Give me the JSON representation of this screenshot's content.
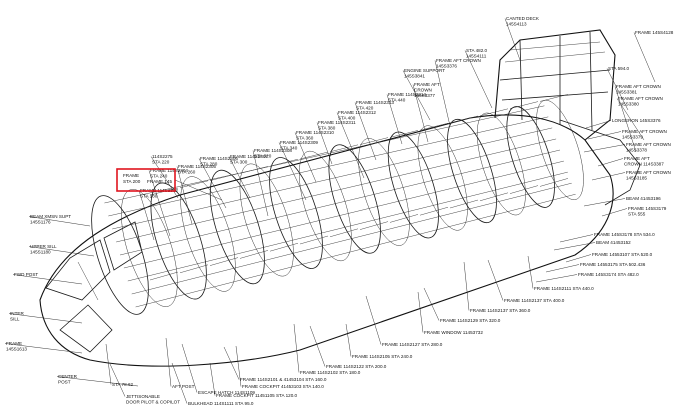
{
  "diagram": {
    "highlight": {
      "color": "#e0141e",
      "lines": [
        "FRAME",
        "STA 200",
        "FRAME 145"
      ]
    },
    "callouts": {
      "top": [
        {
          "id": "canted-deck",
          "lines": [
            "CANTED DECK",
            "145S4113"
          ]
        },
        {
          "id": "frame-145s4128",
          "lines": [
            "FRAME 145S4128"
          ]
        },
        {
          "id": "sta-482",
          "lines": [
            "STA 482.0",
            "145S4111"
          ]
        },
        {
          "id": "frame-aft-crown-1",
          "lines": [
            "FRAME AFT CROWN",
            "145S3376"
          ]
        },
        {
          "id": "sta-594",
          "lines": [
            "STA 594.0"
          ]
        },
        {
          "id": "engine-support",
          "lines": [
            "ENGINE SUPPORT",
            "145S3841"
          ]
        },
        {
          "id": "frame-aft-crown-2",
          "lines": [
            "FRAME AFT",
            "CROWN",
            "145S3377"
          ]
        },
        {
          "id": "frame-aft-crown-3",
          "lines": [
            "FRAME AFT CROWN",
            "145S3381"
          ]
        },
        {
          "id": "frame-aft-crown-4",
          "lines": [
            "FRAME AFT CROWN",
            "145S3380"
          ]
        },
        {
          "id": "frame-sta-440",
          "lines": [
            "FRAME 114S2314",
            "STA 440"
          ]
        },
        {
          "id": "frame-sta-420",
          "lines": [
            "FRAME 114S2313",
            "STA 420"
          ]
        },
        {
          "id": "frame-sta-400",
          "lines": [
            "FRAME 114S2312",
            "STA 400"
          ]
        },
        {
          "id": "frame-sta-380",
          "lines": [
            "FRAME 114S2311",
            "STA 380"
          ]
        },
        {
          "id": "frame-sta-360",
          "lines": [
            "FRAME 114S2310",
            "STA 360"
          ]
        },
        {
          "id": "frame-sta-340",
          "lines": [
            "FRAME 114S2309",
            "STA 340"
          ]
        },
        {
          "id": "frame-sta-320",
          "lines": [
            "FRAME 114S2308",
            "STA 320"
          ]
        },
        {
          "id": "frame-sta-300",
          "lines": [
            "FRAME 114S2307",
            "STA 300"
          ]
        },
        {
          "id": "frame-sta-280",
          "lines": [
            "FRAME 114S2306",
            "STA 280"
          ]
        },
        {
          "id": "frame-sta-260",
          "lines": [
            "FRAME 114S2305",
            "STA 260"
          ]
        },
        {
          "id": "frame-sta-240",
          "lines": [
            "FRAME 114S2304",
            "STA 240"
          ]
        },
        {
          "id": "frame-sta-220",
          "lines": [
            "114S2275",
            "STA 220"
          ]
        },
        {
          "id": "frame-sta-180",
          "lines": [
            "FRAME 114S2302",
            "STA 180"
          ]
        }
      ],
      "right": [
        {
          "id": "longeron",
          "lines": [
            "LONGERON 145S3376"
          ]
        },
        {
          "id": "frame-aft-crown-5",
          "lines": [
            "FRAME AFT CROWN",
            "145S3379"
          ]
        },
        {
          "id": "frame-aft-crown-6",
          "lines": [
            "FRAME AFT CROWN",
            "145S3378"
          ]
        },
        {
          "id": "frame-aft-crown-7",
          "lines": [
            "FRAME AFT",
            "CROWN 114S3387"
          ]
        },
        {
          "id": "frame-aft-crown-8",
          "lines": [
            "FRAME AFT CROWN",
            "145S3185"
          ]
        },
        {
          "id": "beam-41453196",
          "lines": [
            "BEAM 41453196"
          ]
        },
        {
          "id": "frame-145s3179",
          "lines": [
            "FRAME 145S3179",
            "STA 555"
          ]
        },
        {
          "id": "frame-sta-534",
          "lines": [
            "FRAME 145S3178 STA 534.0"
          ]
        },
        {
          "id": "beam-41453152",
          "lines": [
            "BEAM 41453152"
          ]
        },
        {
          "id": "frame-sta-520",
          "lines": [
            "FRAME 14553107 STA 520.0"
          ]
        },
        {
          "id": "frame-sta-502",
          "lines": [
            "FRAME 14553175 STA 502.436"
          ]
        },
        {
          "id": "frame-sta-482",
          "lines": [
            "FRAME 145S3174 STA 482.0"
          ]
        }
      ],
      "bottom": [
        {
          "id": "frame-sta-440b",
          "lines": [
            "FRAME 114S2111 STA 440.0"
          ]
        },
        {
          "id": "frame-sta-400b",
          "lines": [
            "FRAME 114S2137 STA 400.0"
          ]
        },
        {
          "id": "frame-sta-360b",
          "lines": [
            "FRAME 114S2137 STA 360.0"
          ]
        },
        {
          "id": "frame-sta-320b",
          "lines": [
            "FRAME 114S2129 STA 320.0"
          ]
        },
        {
          "id": "frame-window",
          "lines": [
            "FRAME WINDOW 11453732"
          ]
        },
        {
          "id": "frame-sta-280b",
          "lines": [
            "FRAME 114S2127 STA 280.0"
          ]
        },
        {
          "id": "frame-sta-240b",
          "lines": [
            "FRAME 114S2105 STA 240.0"
          ]
        },
        {
          "id": "frame-sta-200b",
          "lines": [
            "FRAME 114S2122 STA 200.0"
          ]
        },
        {
          "id": "frame-sta-180b",
          "lines": [
            "FRAME 114S2102 STA 180.0"
          ]
        },
        {
          "id": "frame-sta-160b",
          "lines": [
            "FRAME 114S2101 & 41453104 STA 160.0"
          ]
        },
        {
          "id": "frame-cockpit-140",
          "lines": [
            "FRAME COCKPIT 41453103 STA 140.0"
          ]
        },
        {
          "id": "escape-hatch",
          "lines": [
            "ESCAPE HATCH 114S1109"
          ]
        },
        {
          "id": "frame-cockpit-120",
          "lines": [
            "FRAME COCKPIT 11451105 STA 120.0"
          ]
        },
        {
          "id": "bulkhead",
          "lines": [
            "BULKHEAD 114S1111 STA 95.0"
          ]
        },
        {
          "id": "aft-post",
          "lines": [
            "AFT POST"
          ]
        },
        {
          "id": "jettisonable-door",
          "lines": [
            "JETTISONABLE",
            "DOOR PILOT & COPILOT"
          ]
        },
        {
          "id": "sta-78",
          "lines": [
            "STA 78.62"
          ]
        }
      ],
      "left": [
        {
          "id": "beam-xmsn",
          "lines": [
            "BEAM XMSN SUPT",
            "145S1176"
          ]
        },
        {
          "id": "upper-sill",
          "lines": [
            "UPPER SILL",
            "145S1180"
          ]
        },
        {
          "id": "fwd-post",
          "lines": [
            "FWD POST"
          ]
        },
        {
          "id": "inter-sill",
          "lines": [
            "INTER",
            "SILL"
          ]
        },
        {
          "id": "frame-left",
          "lines": [
            "FRAME",
            "145S1613"
          ]
        },
        {
          "id": "center-post",
          "lines": [
            "CENTER",
            "POST"
          ]
        }
      ]
    }
  }
}
